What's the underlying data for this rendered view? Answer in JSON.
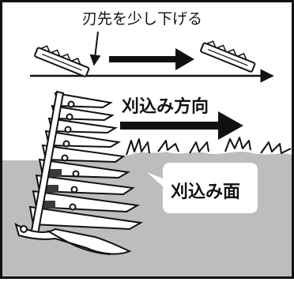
{
  "labels": {
    "lower_tip": "刃先を少し下げる",
    "mowing_direction": "刈込み方向",
    "mowing_surface": "刈込み面"
  },
  "colors": {
    "ground": "#bdbdbd",
    "line": "#111111",
    "background": "#ffffff",
    "blade_dark": "#3a3a3a"
  }
}
